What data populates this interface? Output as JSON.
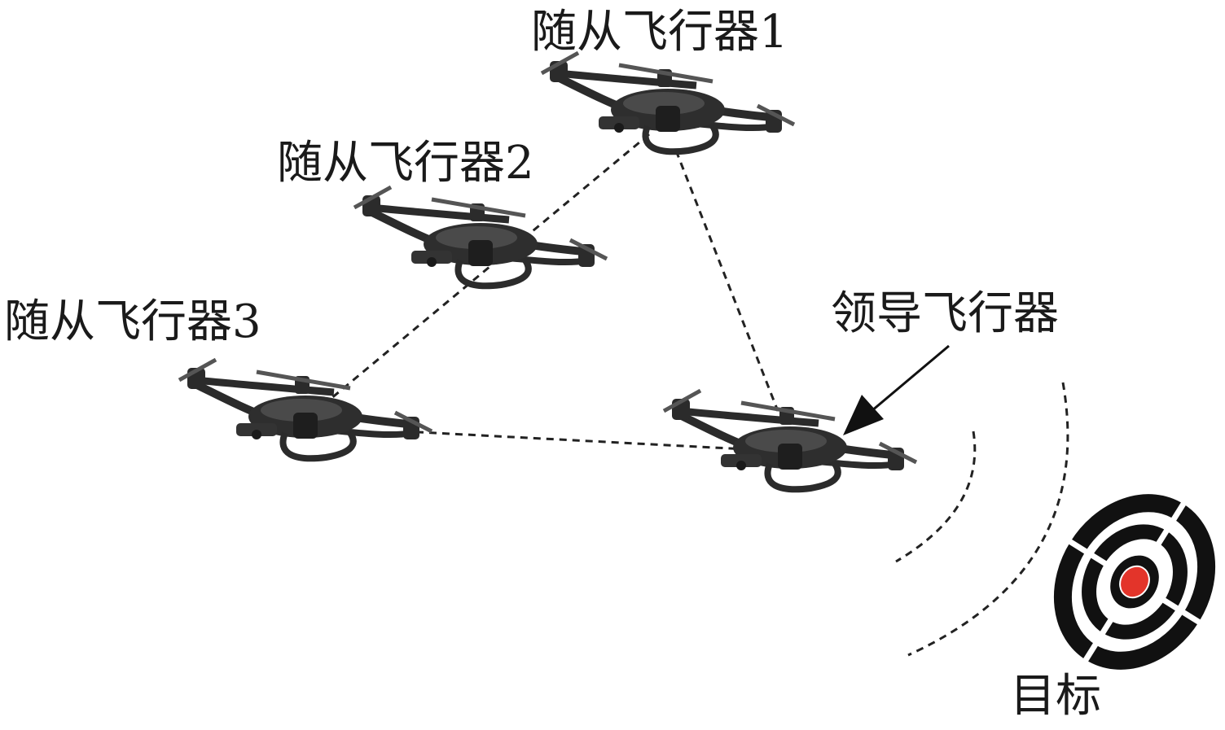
{
  "labels": {
    "follower1": "随从飞行器1",
    "follower2": "随从飞行器2",
    "follower3": "随从飞行器3",
    "leader": "领导飞行器",
    "target": "目标"
  },
  "colors": {
    "drone": "#2b2b2b",
    "link": "#222222",
    "target_ring": "#111111",
    "target_center": "#e3342a"
  }
}
